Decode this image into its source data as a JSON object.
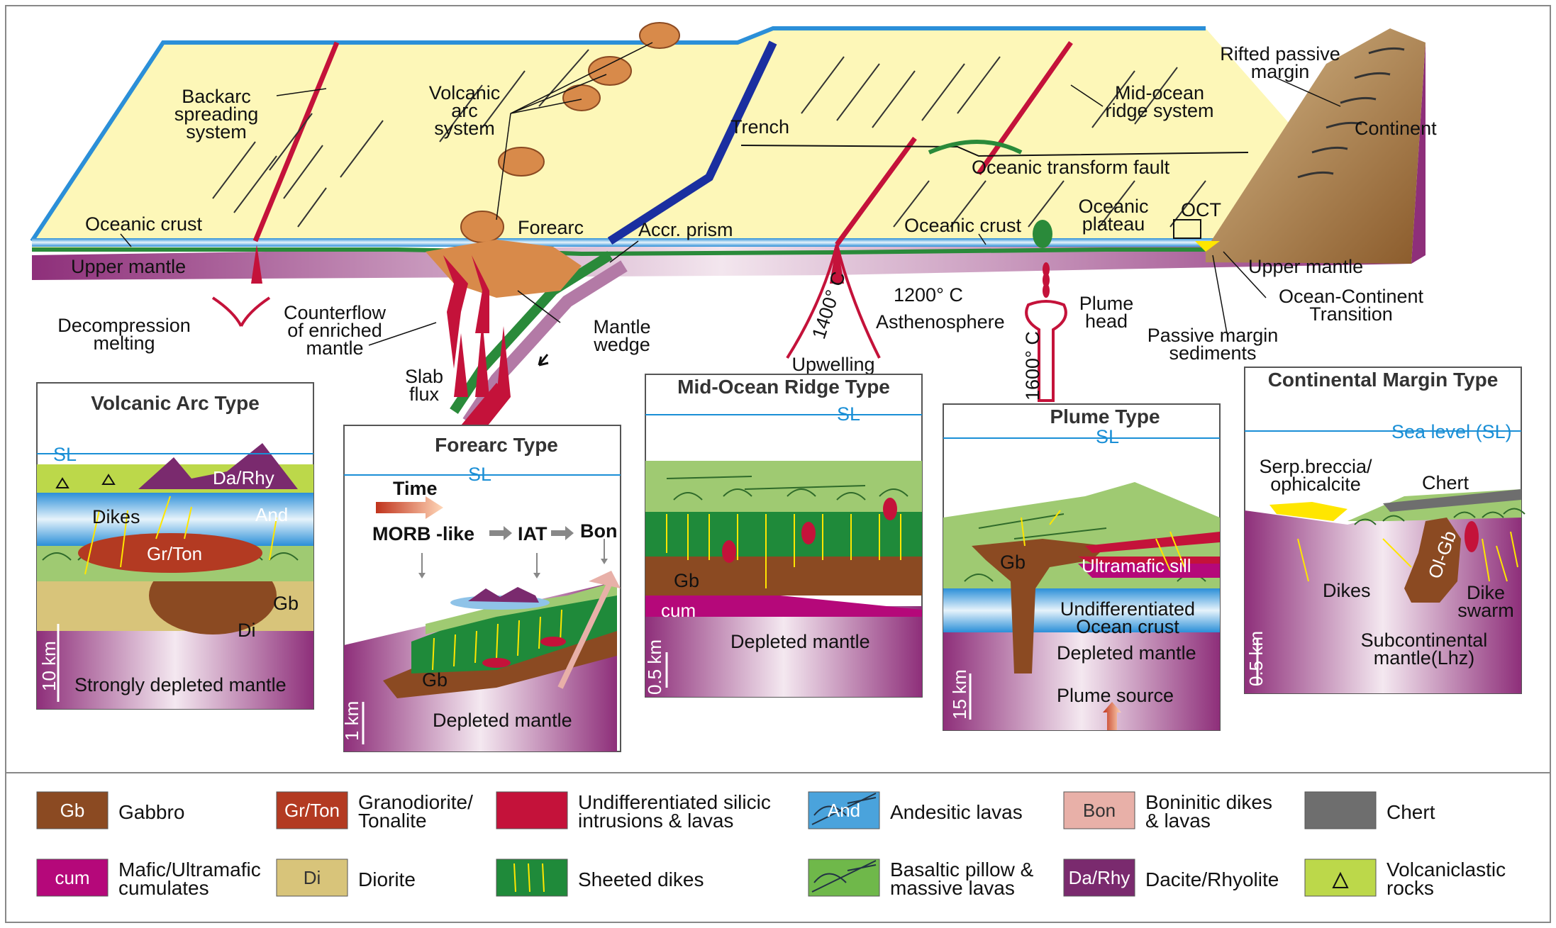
{
  "block": {
    "backarc": [
      "Backarc",
      "spreading",
      "system"
    ],
    "volcanic_arc": [
      "Volcanic",
      "arc",
      "system"
    ],
    "trench": "Trench",
    "mor": [
      "Mid-ocean",
      "ridge system"
    ],
    "rifted": [
      "Rifted passive",
      "margin"
    ],
    "continent": "Continent",
    "transform": "Oceanic transform fault",
    "oceanic_crust_left": "Oceanic crust",
    "forearc": "Forearc",
    "accr_prism": "Accr. prism",
    "oceanic_crust_right": "Oceanic crust",
    "oceanic_plateau": [
      "Oceanic",
      "plateau"
    ],
    "oct": "OCT",
    "upper_mantle_left": "Upper mantle",
    "upper_mantle_right": "Upper mantle",
    "decompression": [
      "Decompression",
      "melting"
    ],
    "counterflow": [
      "Counterflow",
      "of enriched",
      "mantle"
    ],
    "mantle_wedge": [
      "Mantle",
      "wedge"
    ],
    "slab_flux": [
      "Slab",
      "flux"
    ],
    "t1400": "1400° C",
    "upwelling": "Upwelling",
    "t1200": "1200° C",
    "asthenosphere": "Asthenosphere",
    "t1600": "1600° C",
    "plume_head": [
      "Plume",
      "head"
    ],
    "passive_sediments": [
      "Passive margin",
      "sediments"
    ],
    "oct_full": [
      "Ocean-Continent",
      "Transition"
    ]
  },
  "panels": {
    "volcanic_arc": {
      "title": "Volcanic Arc Type",
      "sl": "SL",
      "darhy": "Da/Rhy",
      "dikes": "Dikes",
      "and": "And",
      "grton": "Gr/Ton",
      "gb": "Gb",
      "di": "Di",
      "scale": "10 km",
      "mantle": "Strongly depleted mantle"
    },
    "forearc": {
      "title": "Forearc Type",
      "sl": "SL",
      "time": "Time",
      "morb": "MORB -like",
      "iat": "IAT",
      "bon": "Bon",
      "gb": "Gb",
      "scale": "1 km",
      "mantle": "Depleted mantle"
    },
    "mor": {
      "title": "Mid-Ocean Ridge Type",
      "sl": "SL",
      "gb": "Gb",
      "cum": "cum",
      "scale": "0.5 km",
      "mantle": "Depleted mantle"
    },
    "plume": {
      "title": "Plume Type",
      "sl": "SL",
      "gb": "Gb",
      "sill": "Ultramafic sill",
      "undiff": [
        "Undifferentiated",
        "Ocean crust"
      ],
      "mantle": "Depleted mantle",
      "source": "Plume source",
      "scale": "15 km"
    },
    "continental": {
      "title": "Continental Margin Type",
      "sl": "Sea level (SL)",
      "serp": [
        "Serp.breccia/",
        "ophicalcite"
      ],
      "chert": "Chert",
      "olgb": "Ol-Gb",
      "dikes": "Dikes",
      "swarm": [
        "Dike",
        "swarm"
      ],
      "mantle": [
        "Subcontinental",
        "mantle(Lhz)"
      ],
      "scale": "0.5 km"
    }
  },
  "legend": [
    {
      "box": "Gb",
      "label": [
        "Gabbro"
      ],
      "color": "#8b4a22"
    },
    {
      "box": "Gr/Ton",
      "label": [
        "Granodiorite/",
        "Tonalite"
      ],
      "color": "#b33a22"
    },
    {
      "box": "",
      "label": [
        "Undifferentiated silicic",
        "intrusions & lavas"
      ],
      "color": "#c4123a"
    },
    {
      "box": "And",
      "label": [
        "Andesitic lavas"
      ],
      "color": "#4aa3dc"
    },
    {
      "box": "Bon",
      "label": [
        "Boninitic dikes",
        "& lavas"
      ],
      "color": "#e8b0a8"
    },
    {
      "box": "",
      "label": [
        "Chert"
      ],
      "color": "#6e6e6e"
    },
    {
      "box": "cum",
      "label": [
        "Mafic/Ultramafic",
        "cumulates"
      ],
      "color": "#b5087a"
    },
    {
      "box": "Di",
      "label": [
        "Diorite"
      ],
      "color": "#d8c47a"
    },
    {
      "box": "",
      "label": [
        "Sheeted dikes"
      ],
      "color": "#1f8a3a"
    },
    {
      "box": "",
      "label": [
        "Basaltic pillow &",
        "massive lavas"
      ],
      "color": "#6fb84a"
    },
    {
      "box": "Da/Rhy",
      "label": [
        "Dacite/Rhyolite"
      ],
      "color": "#7a2a6e"
    },
    {
      "box": "",
      "label": [
        "Volcaniclastic",
        "rocks"
      ],
      "color": "#bcd84a"
    }
  ]
}
